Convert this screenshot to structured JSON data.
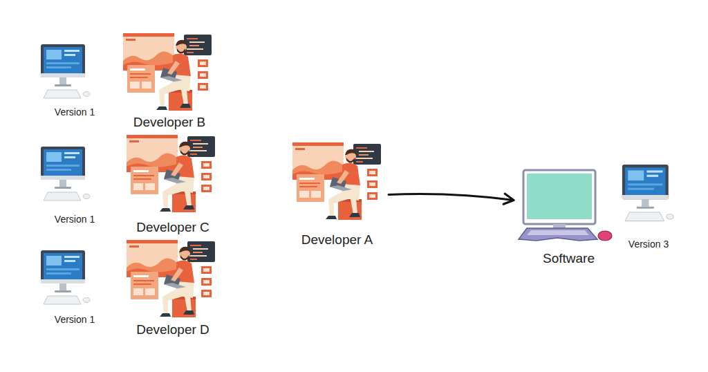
{
  "diagram": {
    "nodes": [
      {
        "text": [
          "Developer B"
        ]
      },
      {
        "text": [
          "Developer C"
        ]
      },
      {
        "text": [
          "Developer D"
        ]
      },
      {
        "text": [
          "Developer A"
        ]
      },
      {
        "text": [
          "Software"
        ]
      }
    ],
    "edges": [
      {
        "from": 3,
        "to": 4,
        "arrow": "to"
      }
    ],
    "labels": [
      "Version 1",
      "Version 1",
      "Version 1",
      "Version 3"
    ]
  }
}
